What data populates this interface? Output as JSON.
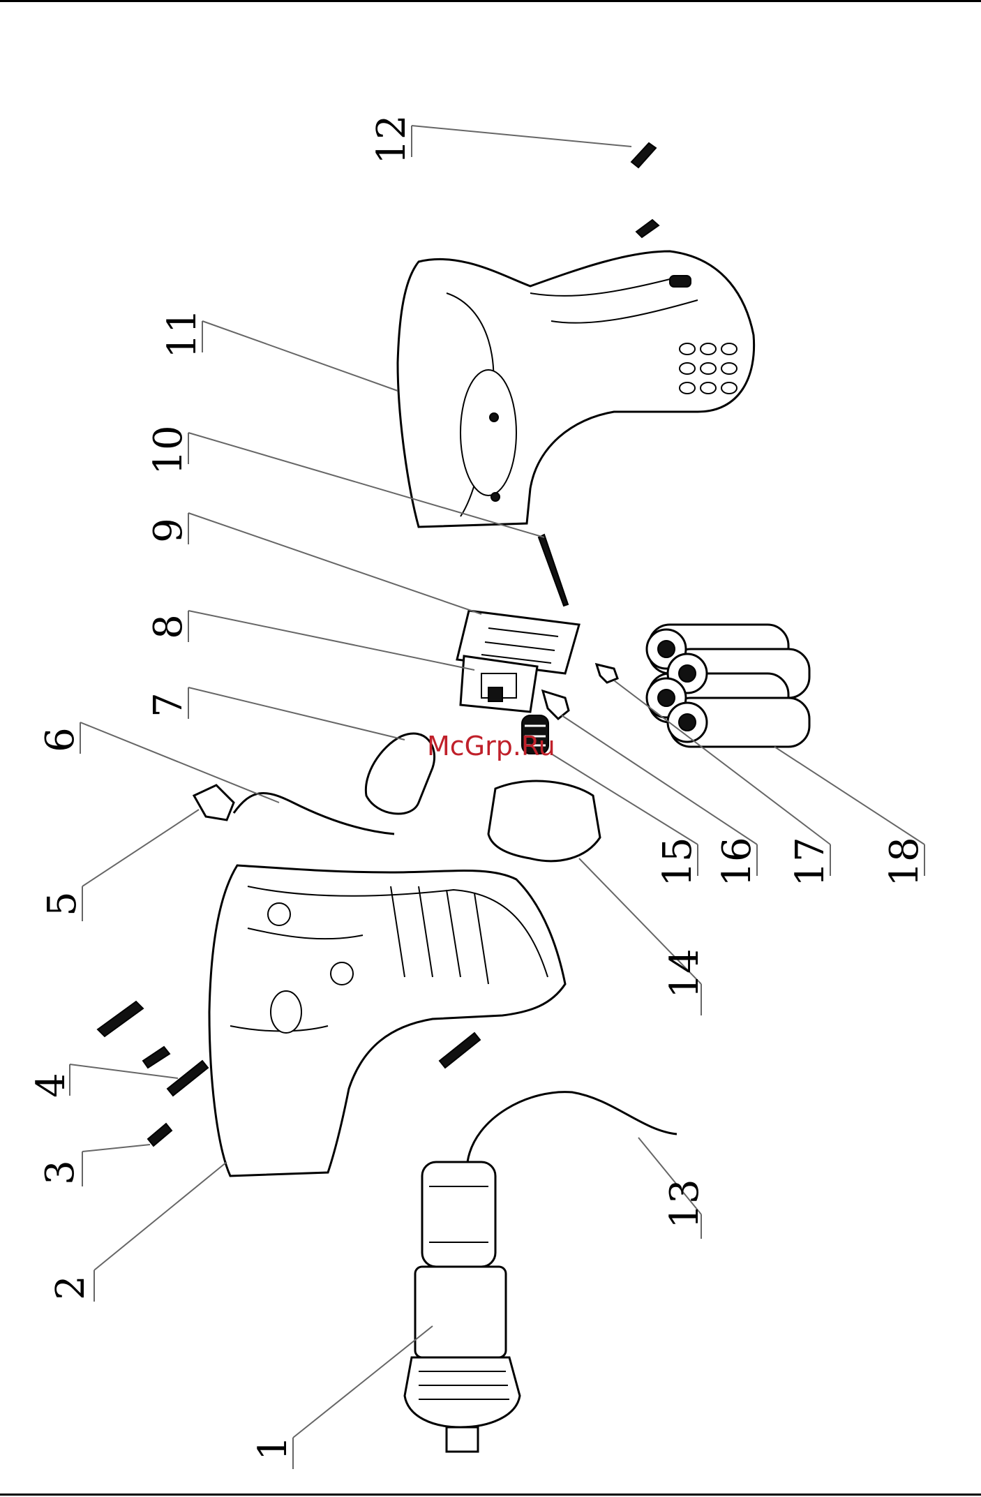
{
  "callouts": [
    {
      "id": "1",
      "text": "1"
    },
    {
      "id": "2",
      "text": "2"
    },
    {
      "id": "3",
      "text": "3"
    },
    {
      "id": "4",
      "text": "4"
    },
    {
      "id": "5",
      "text": "5"
    },
    {
      "id": "6",
      "text": "6"
    },
    {
      "id": "7",
      "text": "7"
    },
    {
      "id": "8",
      "text": "8"
    },
    {
      "id": "9",
      "text": "9"
    },
    {
      "id": "10",
      "text": "10"
    },
    {
      "id": "11",
      "text": "11"
    },
    {
      "id": "12",
      "text": "12"
    },
    {
      "id": "13",
      "text": "13"
    },
    {
      "id": "14",
      "text": "14"
    },
    {
      "id": "15",
      "text": "15"
    },
    {
      "id": "16",
      "text": "16"
    },
    {
      "id": "17",
      "text": "17"
    },
    {
      "id": "18",
      "text": "18"
    }
  ],
  "watermark": "McGrp.Ru",
  "colors": {
    "line": "#000000",
    "watermark": "#c0202a"
  }
}
